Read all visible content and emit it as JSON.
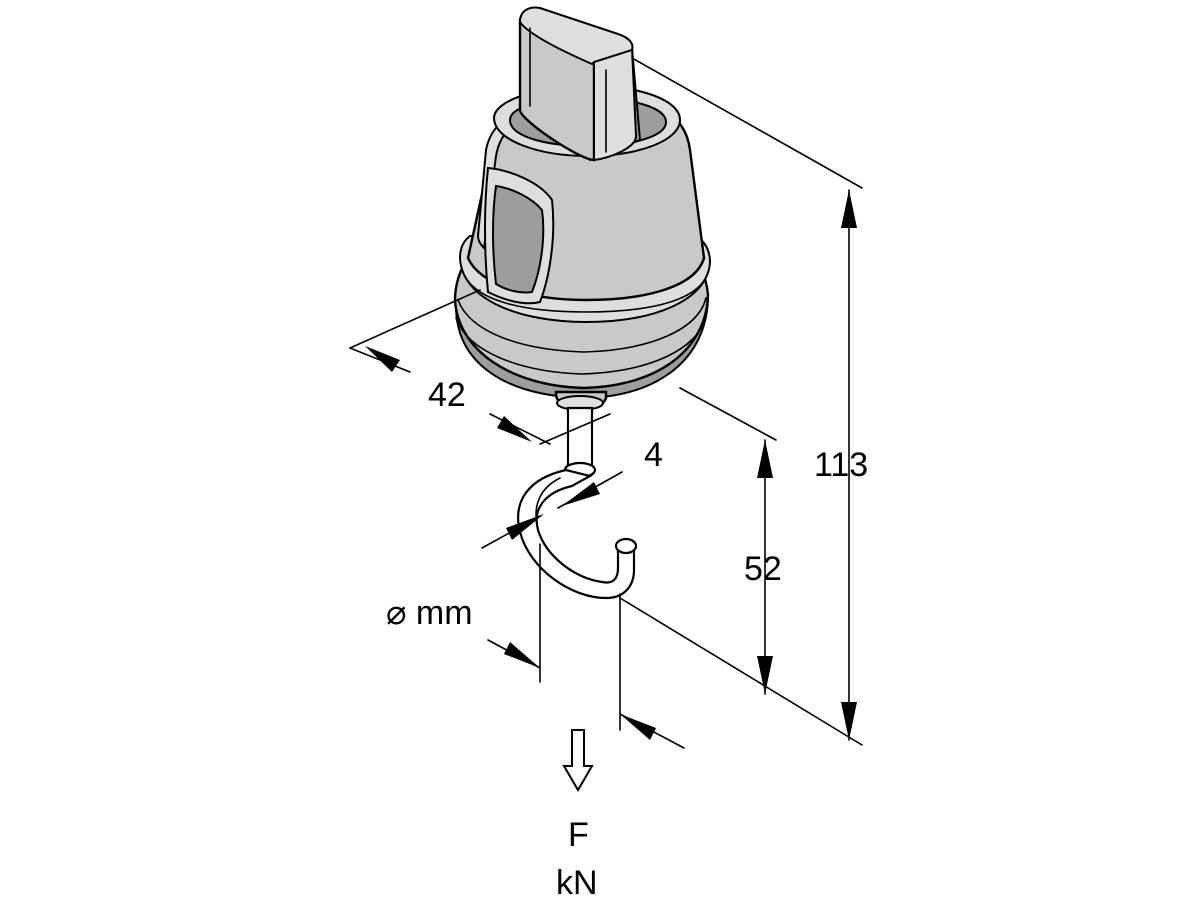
{
  "diagram": {
    "dimensions": {
      "width": "42",
      "wire": "4",
      "hook_height": "52",
      "total_height": "113",
      "diameter_unit": "⌀ mm"
    },
    "load": {
      "symbol": "F",
      "unit": "kN"
    }
  }
}
